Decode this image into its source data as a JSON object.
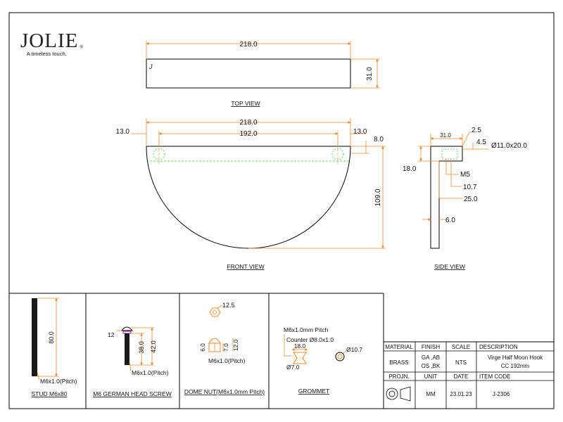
{
  "brand": {
    "name": "JOLIE",
    "registered": "®",
    "tagline": "A timeless touch."
  },
  "top_view": {
    "caption": "TOP VIEW",
    "dim_length": "218.0",
    "dim_width": "31.0",
    "marker": "J"
  },
  "front_view": {
    "caption": "FRONT VIEW",
    "dim_overall": "218.0",
    "dim_centers": "192.0",
    "dim_left_offset": "13.0",
    "dim_right_offset": "13.0",
    "dim_hole_depth": "8.0",
    "dim_height": "109.0"
  },
  "side_view": {
    "caption": "SIDE VIEW",
    "dim_top_width": "31.0",
    "dim_2_5": "2.5",
    "dim_4_5": "4.5",
    "dim_boss": "Ø11.0x20.0",
    "dim_18": "18.0",
    "dim_thread": "M5",
    "dim_10_7": "10.7",
    "dim_25": "25.0",
    "dim_6": "6.0"
  },
  "parts": {
    "stud": {
      "caption": "STUD M6x80",
      "length": "80.0",
      "thread": "M6x1.0(Pitch)"
    },
    "screw": {
      "caption": "M6 GERMAN HEAD SCREW",
      "head": "12",
      "dim_38": "38.0",
      "dim_42": "42.0",
      "thread": "M6x1.0(Pitch)"
    },
    "dome_nut": {
      "caption": "DOME NUT(M6x1.0mm Pitch)",
      "dim_12_5": "12.5",
      "dim_6": "6.0",
      "dim_7": "7.0",
      "dim_12": "12.0",
      "thread": "M6x1.0(Pitch)"
    },
    "grommet": {
      "caption": "GROMMET",
      "thread": "M6x1.0mm Pitch",
      "counter": "Counter Ø8.0x1.0",
      "dim_18": "18.0",
      "dim_7": "Ø7.0",
      "dim_10_7": "Ø10.7"
    }
  },
  "title_block": {
    "headers": {
      "material": "MATERIAL",
      "finish": "FINISH",
      "scale": "SCALE",
      "description": "DESCRIPTION"
    },
    "values": {
      "material": "BRASS",
      "finish_line1": "GA ,AB",
      "finish_line2": "OS ,BK",
      "scale": "NTS",
      "description_line1": "Virge Half Moon Hook",
      "description_line2": "CC 192mm"
    },
    "headers2": {
      "projection": "PROJN.",
      "unit": "UNIT",
      "date": "DATE",
      "item_code": "ITEM CODE"
    },
    "values2": {
      "unit": "MM",
      "date": "23.01.23",
      "item_code": "J-2306"
    }
  },
  "colors": {
    "dimension": "#e8892e",
    "hidden_line": "#33cc33",
    "outline": "#000000"
  }
}
